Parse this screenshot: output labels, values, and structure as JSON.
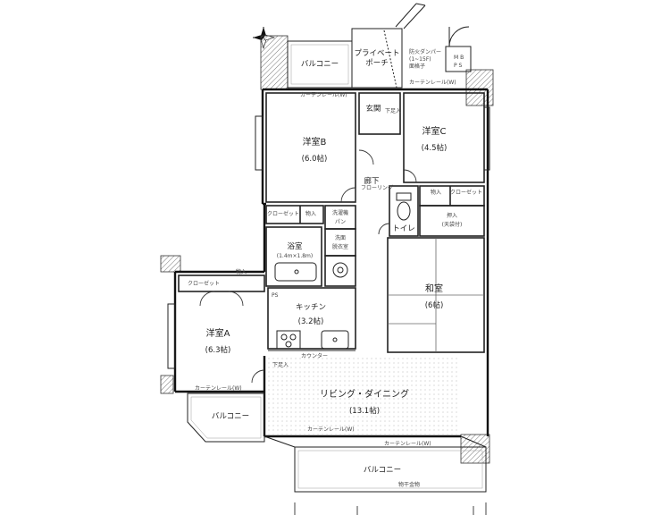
{
  "floor_plan": {
    "rooms": {
      "western_b": {
        "name": "洋室B",
        "size": "(6.0帖)"
      },
      "western_c": {
        "name": "洋室C",
        "size": "(4.5帖)"
      },
      "western_a": {
        "name": "洋室A",
        "size": "(6.3帖)"
      },
      "japanese": {
        "name": "和室",
        "size": "(6帖)"
      },
      "kitchen": {
        "name": "キッチン",
        "size": "(3.2帖)"
      },
      "living": {
        "name": "リビング・ダイニング",
        "size": "(13.1帖)"
      },
      "bath": {
        "name": "浴室",
        "size": "(1.4m×1.8m)"
      },
      "washroom": {
        "name": "洗面\n脱衣室",
        "line1": "洗面",
        "line2": "脱衣室"
      },
      "toilet": {
        "name": "トイレ"
      },
      "entrance": {
        "name": "玄関"
      },
      "hallway": {
        "name": "廊下"
      },
      "private_porch": {
        "line1": "プライベート",
        "line2": "ポーチ"
      }
    },
    "balconies": {
      "top": "バルコニー",
      "left": "バルコニー",
      "bottom": "バルコニー"
    },
    "storage": {
      "closet_b": "クローゼット",
      "closet_a": "クローゼット",
      "closet_c": "クローゼット",
      "storage_1": "物入",
      "storage_2": "物入",
      "storage_3": "物入",
      "oshiire_line1": "押入",
      "oshiire_line2": "(天袋付)",
      "shoe_rack": "下足入",
      "shoe_rack_2": "下足入",
      "washer_pan": "洗濯機\nパン",
      "washer_pan_line1": "洗濯機",
      "washer_pan_line2": "パン"
    },
    "labels": {
      "counter": "カウンター",
      "fire_damper_line1": "防火ダンパー",
      "fire_damper_line2": "(1~15F)",
      "fire_damper_line3": "面格子",
      "mb_ps_line1": "M B",
      "mb_ps_line2": "P S",
      "curtain_rail": "カーテンレール(W)",
      "futon_rail": "物干金物",
      "ps": "PS",
      "floor_heat": "フローリング"
    },
    "colors": {
      "wall": "#111111",
      "hatch": "#555555",
      "line": "#333333",
      "tatami": "#666666"
    }
  }
}
